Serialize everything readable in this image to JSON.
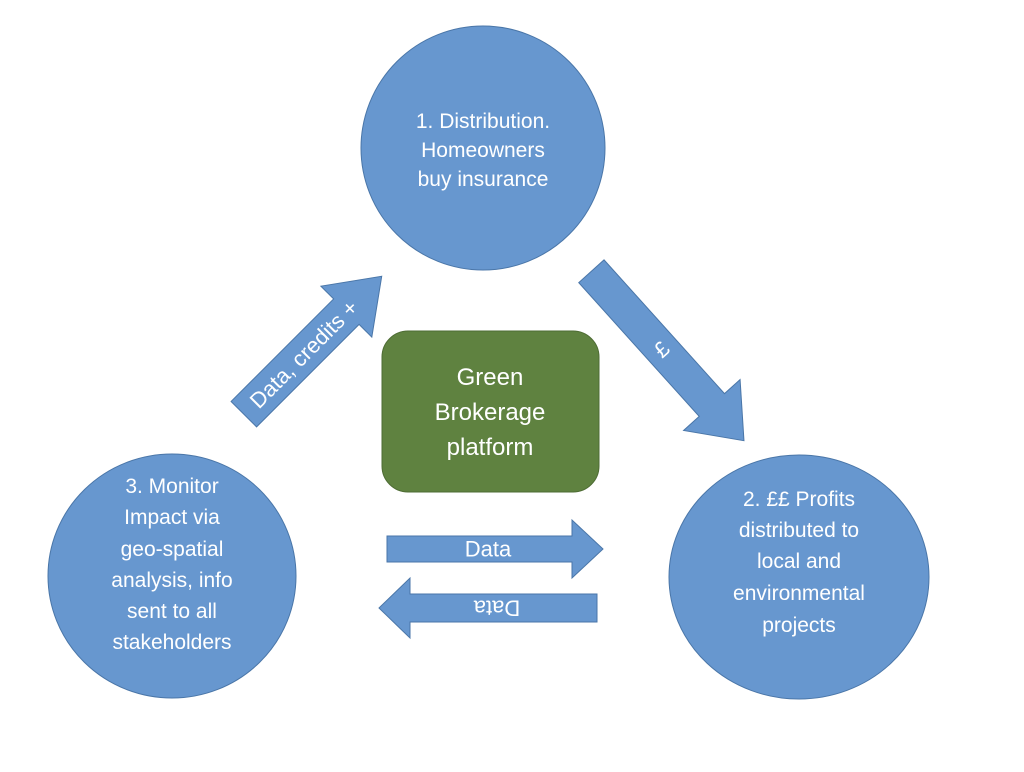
{
  "diagram": {
    "colors": {
      "node_fill": "#6797cf",
      "node_stroke": "#4a76a8",
      "center_fill": "#5f8240",
      "text": "#ffffff",
      "background": "#ffffff"
    },
    "nodes": {
      "distribution": {
        "lines": [
          "1. Distribution.",
          "Homeowners",
          "buy insurance"
        ]
      },
      "profits": {
        "lines": [
          "2. ££ Profits",
          "distributed to",
          "local and",
          "environmental",
          "projects"
        ]
      },
      "monitor": {
        "lines": [
          "3. Monitor",
          "Impact via",
          "geo-spatial",
          "analysis, info",
          "sent to all",
          "stakeholders"
        ]
      },
      "center": {
        "lines": [
          "Green",
          "Brokerage",
          "platform"
        ]
      }
    },
    "arrows": {
      "monitor_to_distribution": {
        "label": "Data, credits +"
      },
      "distribution_to_profits": {
        "label": "£"
      },
      "data_right": {
        "label": "Data"
      },
      "data_left": {
        "label": "Data"
      }
    }
  }
}
